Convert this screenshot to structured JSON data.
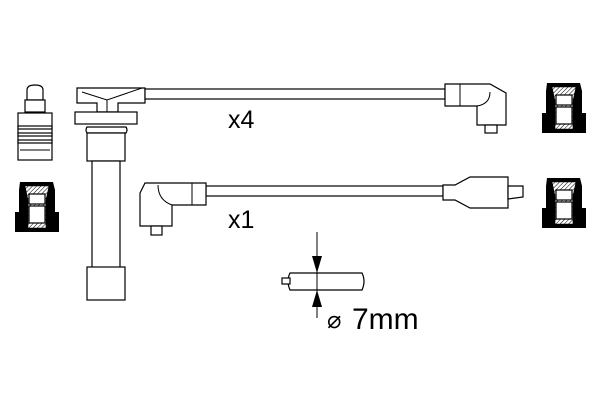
{
  "diagram": {
    "labels": {
      "top_cable_quantity": "x4",
      "bottom_cable_quantity": "x1",
      "diameter_symbol": "⌀",
      "diameter_value": "7mm"
    },
    "colors": {
      "line": "#000000",
      "background": "#ffffff"
    }
  }
}
